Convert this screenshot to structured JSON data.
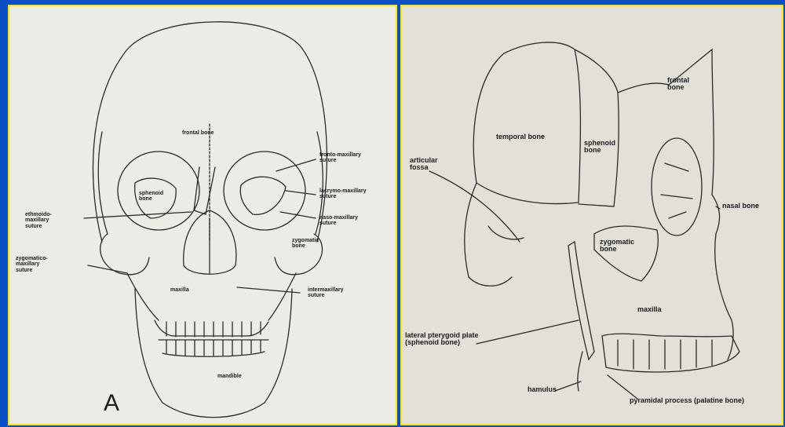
{
  "left": {
    "figure_letter": "A",
    "labels": {
      "frontal": "frontal bone",
      "fronto_max": "fronto-maxillary\nsuture",
      "sphenoid": "sphenoid\nbone",
      "lacrimo_max": "lacrymo-maxillary\nsuture",
      "ethmoido": "ethmoido-\nmaxillary\nsuture",
      "naso_max": "naso-maxillary\nsuture",
      "zygomatic": "zygomatic\nbone",
      "zygomatico": "zygomatico-\nmaxillary\nsuture",
      "intermax": "intermaxillary\nsuture",
      "maxilla": "maxilla",
      "mandible": "mandible"
    }
  },
  "right": {
    "labels": {
      "temporal": "temporal bone",
      "sphenoid": "sphenoid\nbone",
      "frontal": "frontal\nbone",
      "articular": "articular\nfossa",
      "nasal": "nasal bone",
      "zygomatic": "zygomatic\nbone",
      "maxilla": "maxilla",
      "lateral": "lateral pterygoid plate\n(sphenoid bone)",
      "hamulus": "hamulus",
      "pyramidal": "pyramidal process (palatine bone)"
    }
  }
}
